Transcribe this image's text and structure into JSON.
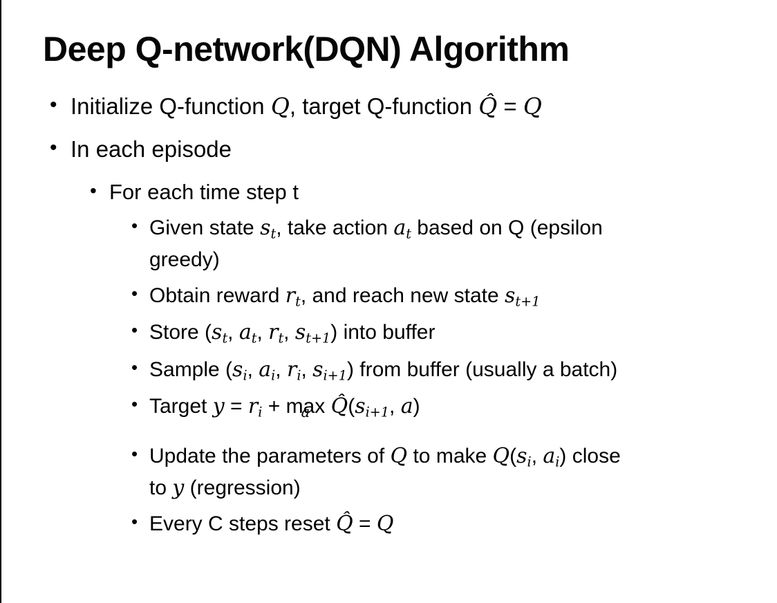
{
  "slide": {
    "title": "Deep Q-network(DQN) Algorithm",
    "bullet_char": "•",
    "colors": {
      "background": "#ffffff",
      "text": "#000000",
      "left_border": "#000000"
    },
    "bullets": [
      {
        "level": 1,
        "segments": [
          {
            "t": "Initialize Q-function "
          },
          {
            "t": "Q",
            "i": true
          },
          {
            "t": ", target Q-function "
          },
          {
            "t": "Q̂",
            "i": true
          },
          {
            "t": " = "
          },
          {
            "t": "Q",
            "i": true
          }
        ]
      },
      {
        "level": 1,
        "segments": [
          {
            "t": "In each episode"
          }
        ]
      },
      {
        "level": 2,
        "segments": [
          {
            "t": "For each time step t"
          }
        ]
      },
      {
        "level": 3,
        "segments": [
          {
            "t": "Given state "
          },
          {
            "t": "s",
            "i": true
          },
          {
            "t": "t",
            "i": true,
            "sub": true
          },
          {
            "t": ", take action "
          },
          {
            "t": "a",
            "i": true
          },
          {
            "t": "t",
            "i": true,
            "sub": true
          },
          {
            "t": " based on Q (epsilon"
          },
          {
            "br": true
          },
          {
            "t": "greedy)"
          }
        ]
      },
      {
        "level": 3,
        "segments": [
          {
            "t": "Obtain reward "
          },
          {
            "t": "r",
            "i": true
          },
          {
            "t": "t",
            "i": true,
            "sub": true
          },
          {
            "t": ", and reach new state "
          },
          {
            "t": "s",
            "i": true
          },
          {
            "t": "t+1",
            "i": true,
            "sub": true
          }
        ]
      },
      {
        "level": 3,
        "segments": [
          {
            "t": "Store ("
          },
          {
            "t": "s",
            "i": true
          },
          {
            "t": "t",
            "i": true,
            "sub": true
          },
          {
            "t": ", "
          },
          {
            "t": "a",
            "i": true
          },
          {
            "t": "t",
            "i": true,
            "sub": true
          },
          {
            "t": ", "
          },
          {
            "t": "r",
            "i": true
          },
          {
            "t": "t",
            "i": true,
            "sub": true
          },
          {
            "t": ", "
          },
          {
            "t": "s",
            "i": true
          },
          {
            "t": "t+1",
            "i": true,
            "sub": true
          },
          {
            "t": ") into buffer"
          }
        ]
      },
      {
        "level": 3,
        "segments": [
          {
            "t": "Sample ("
          },
          {
            "t": "s",
            "i": true
          },
          {
            "t": "i",
            "i": true,
            "sub": true
          },
          {
            "t": ", "
          },
          {
            "t": "a",
            "i": true
          },
          {
            "t": "i",
            "i": true,
            "sub": true
          },
          {
            "t": ", "
          },
          {
            "t": "r",
            "i": true
          },
          {
            "t": "i",
            "i": true,
            "sub": true
          },
          {
            "t": ", "
          },
          {
            "t": "s",
            "i": true
          },
          {
            "t": "i+1",
            "i": true,
            "sub": true
          },
          {
            "t": ") from buffer (usually a batch)"
          }
        ]
      },
      {
        "level": 3,
        "tall": true,
        "segments": [
          {
            "t": "Target "
          },
          {
            "t": "y",
            "i": true
          },
          {
            "t": " = "
          },
          {
            "t": "r",
            "i": true
          },
          {
            "t": "i",
            "i": true,
            "sub": true
          },
          {
            "t": " + "
          },
          {
            "t": "max",
            "under": "a"
          },
          {
            "t": " "
          },
          {
            "t": "Q̂",
            "i": true
          },
          {
            "t": "("
          },
          {
            "t": "s",
            "i": true
          },
          {
            "t": "i+1",
            "i": true,
            "sub": true
          },
          {
            "t": ", "
          },
          {
            "t": "a",
            "i": true
          },
          {
            "t": ")"
          }
        ]
      },
      {
        "level": 3,
        "segments": [
          {
            "t": "Update the parameters of "
          },
          {
            "t": "Q",
            "i": true
          },
          {
            "t": " to make "
          },
          {
            "t": "Q",
            "i": true
          },
          {
            "t": "("
          },
          {
            "t": "s",
            "i": true
          },
          {
            "t": "i",
            "i": true,
            "sub": true
          },
          {
            "t": ", "
          },
          {
            "t": "a",
            "i": true
          },
          {
            "t": "i",
            "i": true,
            "sub": true
          },
          {
            "t": ") close"
          },
          {
            "br": true
          },
          {
            "t": "to "
          },
          {
            "t": "y",
            "i": true
          },
          {
            "t": " (regression)"
          }
        ]
      },
      {
        "level": 3,
        "segments": [
          {
            "t": "Every C steps reset "
          },
          {
            "t": "Q̂",
            "i": true
          },
          {
            "t": " = "
          },
          {
            "t": "Q",
            "i": true
          }
        ]
      }
    ]
  }
}
